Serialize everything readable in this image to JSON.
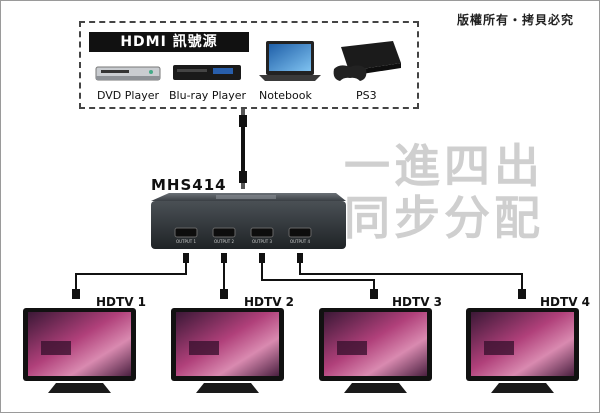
{
  "copyright": "版權所有・拷貝必究",
  "source_box": {
    "title": "HDMI 訊號源",
    "devices": [
      {
        "label": "DVD Player",
        "icon": "dvd-player-icon"
      },
      {
        "label": "Blu-ray Player",
        "icon": "bluray-player-icon"
      },
      {
        "label": "Notebook",
        "icon": "notebook-icon"
      },
      {
        "label": "PS3",
        "icon": "ps3-console-icon"
      }
    ]
  },
  "watermark": {
    "line1": "一進四出",
    "line2": "同步分配"
  },
  "splitter": {
    "model": "MHS414",
    "ports": [
      "OUTPUT 1",
      "OUTPUT 2",
      "OUTPUT 3",
      "OUTPUT 4"
    ]
  },
  "outputs": [
    {
      "label": "HDTV 1"
    },
    {
      "label": "HDTV 2"
    },
    {
      "label": "HDTV 3"
    },
    {
      "label": "HDTV 4"
    }
  ],
  "colors": {
    "cable": "#111111",
    "device": "#2b2f33",
    "port": "#0d0d0d",
    "watermark": "#cfcfcf"
  }
}
